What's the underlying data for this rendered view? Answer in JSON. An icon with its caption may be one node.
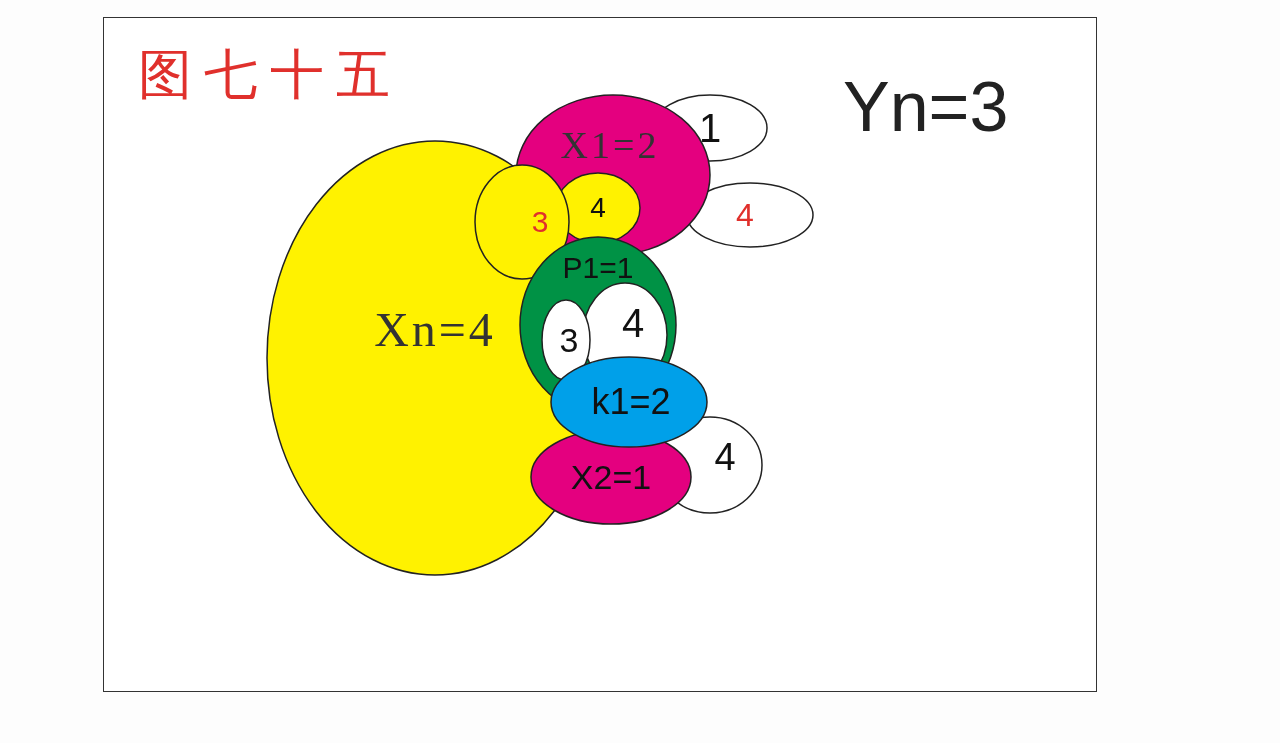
{
  "diagram": {
    "title": "图七十五",
    "nodes": [
      {
        "text": [
          "X1=2"
        ]
      },
      {
        "text": [
          "1"
        ]
      },
      {
        "text": [
          "4"
        ]
      },
      {
        "text": [
          "Xn=4"
        ]
      },
      {
        "text": [
          "3"
        ]
      },
      {
        "text": [
          "4"
        ]
      },
      {
        "text": [
          "P1=1"
        ]
      },
      {
        "text": [
          "3"
        ]
      },
      {
        "text": [
          "4"
        ]
      },
      {
        "text": [
          "k1=2"
        ]
      },
      {
        "text": [
          "4"
        ]
      },
      {
        "text": [
          "X2=1"
        ]
      }
    ],
    "labels": [
      "Yn=3"
    ]
  }
}
